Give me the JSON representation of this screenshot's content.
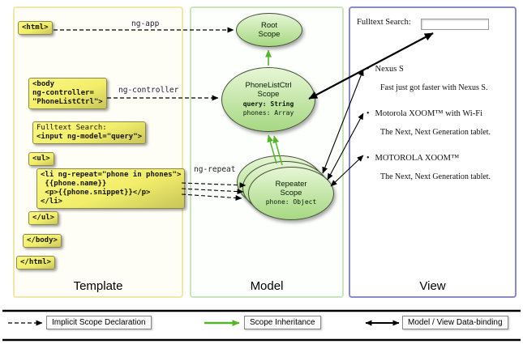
{
  "columns": {
    "template_label": "Template",
    "model_label": "Model",
    "view_label": "View"
  },
  "template": {
    "html_open": "<html>",
    "body_open": "<body\nng-controller=\n\"PhoneListCtrl\">",
    "search_label": "Fulltext Search:",
    "search_input": "<input ng-model=\"query\">",
    "ul_open": "<ul>",
    "li_repeat": "<li ng-repeat=\"phone in phones\">\n {{phone.name}}\n <p>{{phone.snippet}}</p>\n</li>",
    "ul_close": "</ul>",
    "body_close": "</body>",
    "html_close": "</html>"
  },
  "directives": {
    "ng_app": "ng-app",
    "ng_controller": "ng-controller",
    "ng_repeat": "ng-repeat"
  },
  "model": {
    "root_scope": "Root\nScope",
    "phonelist_scope": "PhoneListCtrl\nScope",
    "phonelist_prop_query": "query: String",
    "phonelist_prop_phones": "phones: Array",
    "repeater_scope": "Repeater\nScope",
    "repeater_prop_phone": "phone: Object"
  },
  "view": {
    "search_label": "Fulltext Search:",
    "search_value": "",
    "bullet": "•",
    "items": [
      {
        "title": "Nexus S",
        "desc": "Fast just got faster with Nexus S."
      },
      {
        "title": "Motorola XOOM™ with Wi-Fi",
        "desc": "The Next, Next Generation tablet."
      },
      {
        "title": "MOTOROLA XOOM™",
        "desc": "The Next, Next Generation tablet."
      }
    ]
  },
  "legend": {
    "implicit": "Implicit Scope Declaration",
    "inheritance": "Scope Inheritance",
    "binding": "Model / View Data-binding"
  },
  "colors": {
    "code_box": "#f2ee6a",
    "scope_fill_top": "#e6f6d5",
    "scope_fill_bottom": "#a6d882",
    "inheritance_green": "#54b52b",
    "template_border": "#efe9a8",
    "model_border": "#c8e6b8",
    "view_border": "#8a8ac4",
    "arrow_black": "#000000"
  }
}
